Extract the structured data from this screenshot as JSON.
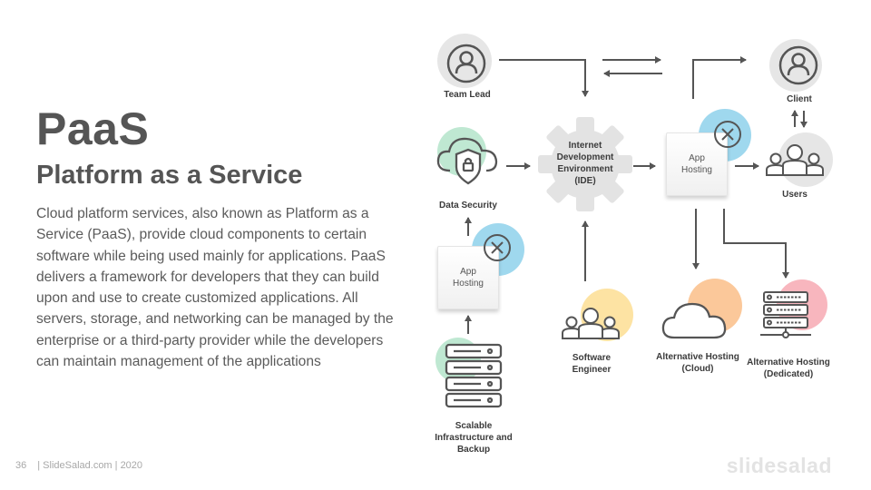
{
  "slide": {
    "title": "PaaS",
    "subtitle": "Platform as a Service",
    "body": "Cloud platform services, also known as Platform as a Service (PaaS), provide cloud components to certain software while being used mainly for applications. PaaS delivers a framework for developers that they can build upon and use to create customized applications. All servers, storage, and networking can be managed by the enterprise or a third-party provider while the developers can maintain management of the applications"
  },
  "footer": {
    "page_number": "36",
    "text": "| SlideSalad.com | 2020",
    "brand": "slidesalad"
  },
  "colors": {
    "green_accent": "#bfe8d2",
    "blue_accent": "#9fd8ee",
    "yellow_accent": "#fde3a3",
    "orange_accent": "#fbc89a",
    "pink_accent": "#f8b6be",
    "gray_accent": "#e6e6e6",
    "line": "#555555"
  },
  "diagram": {
    "team_lead": "Team Lead",
    "client": "Client",
    "users": "Users",
    "ide": "Internet\nDevelopment\nEnvironment\n(IDE)",
    "data_security": "Data Security",
    "app_hosting_top": "App\nHosting",
    "app_hosting_left": "App\nHosting",
    "software_engineer": "Software\nEngineer",
    "alt_cloud": "Alternative Hosting\n(Cloud)",
    "alt_dedicated": "Alternative Hosting\n(Dedicated)",
    "scalable": "Scalable\nInfrastructure and\nBackup"
  }
}
